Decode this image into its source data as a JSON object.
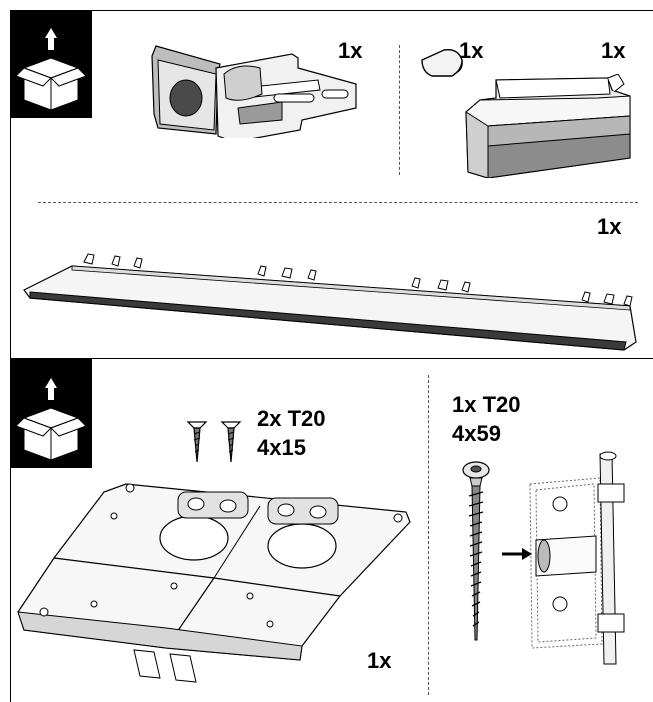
{
  "sections": {
    "top": {
      "items": [
        {
          "id": "clip-assembly",
          "qty": "1x"
        },
        {
          "id": "small-tab",
          "qty": "1x"
        },
        {
          "id": "end-cap",
          "qty": "1x"
        }
      ],
      "rail": {
        "qty": "1x"
      }
    },
    "bottom": {
      "small_screws": {
        "line1": "2x T20",
        "line2": "4x15"
      },
      "plate": {
        "qty": "1x"
      },
      "long_screw": {
        "line1": "1x T20",
        "line2": "4x59"
      }
    }
  },
  "icons": [
    "open-box-icon",
    "up-arrow-icon"
  ],
  "colors": {
    "ink": "#000000",
    "grey": "#7a7a7a",
    "light": "#d8d8d8"
  }
}
